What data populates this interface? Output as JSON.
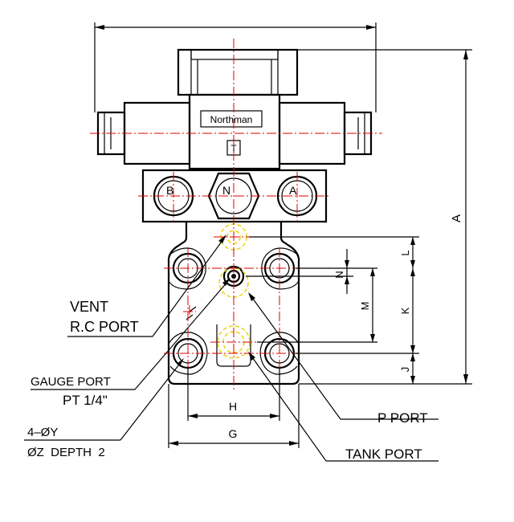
{
  "brand": "Northman",
  "solenoid_marker": "T",
  "ports": {
    "b": "B",
    "n": "N",
    "a": "A"
  },
  "dimensions": {
    "a": "A",
    "l": "L",
    "n": "N",
    "m": "M",
    "k": "K",
    "j": "J",
    "h": "H",
    "g": "G"
  },
  "callouts": {
    "vent_line1": "VENT",
    "vent_line2": "R.C PORT",
    "gauge_line1": "GAUGE PORT",
    "gauge_line2": "PT 1/4\"",
    "bolt_line1": "4–ØY",
    "bolt_line2": "ØZ  DEPTH  2",
    "p_port": "P PORT",
    "tank_port": "TANK PORT"
  },
  "colors": {
    "line": "#000000",
    "centerline": "#e00000",
    "hidden_port": "#e8d000"
  }
}
